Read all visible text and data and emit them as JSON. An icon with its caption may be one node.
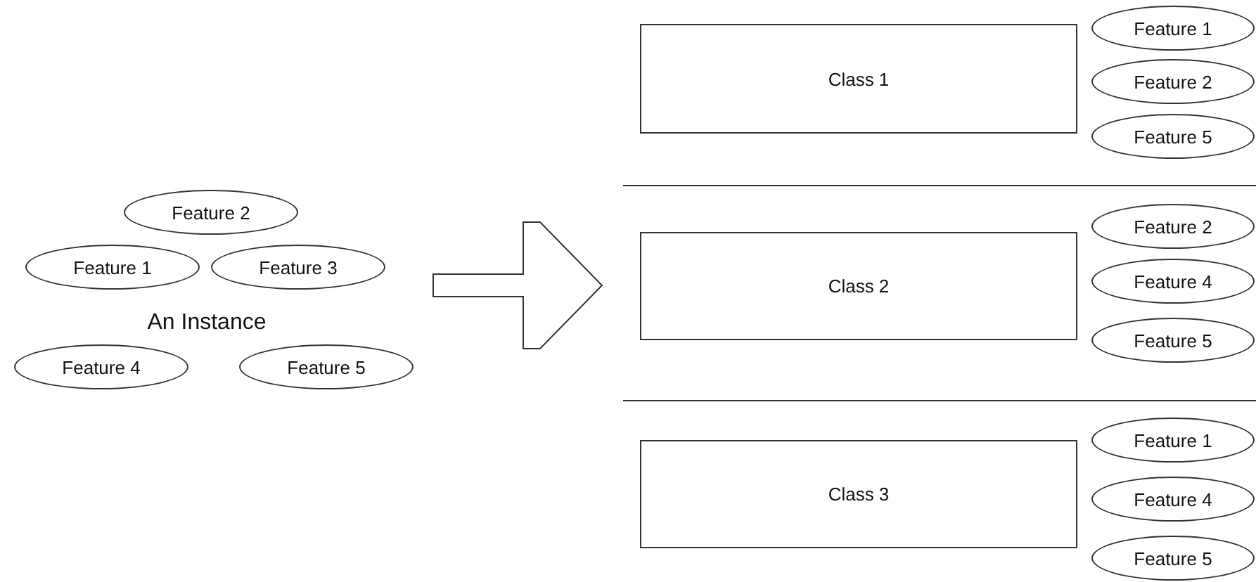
{
  "diagram": {
    "nodes": [
      {
        "text": [
          "Feature 2"
        ]
      },
      {
        "text": [
          "Feature 1"
        ]
      },
      {
        "text": [
          "Feature 3"
        ]
      },
      {
        "text": [
          "An Instance"
        ]
      },
      {
        "text": [
          "Feature 4"
        ]
      },
      {
        "text": [
          "Feature 5"
        ]
      },
      {
        "text": [
          "Class 1"
        ]
      },
      {
        "text": [
          "Feature 1"
        ]
      },
      {
        "text": [
          "Feature 2"
        ]
      },
      {
        "text": [
          "Feature 5"
        ]
      },
      {
        "text": [
          "Class 2"
        ]
      },
      {
        "text": [
          "Feature 2"
        ]
      },
      {
        "text": [
          "Feature 4"
        ]
      },
      {
        "text": [
          "Feature 5"
        ]
      },
      {
        "text": [
          "Class 3"
        ]
      },
      {
        "text": [
          "Feature 1"
        ]
      },
      {
        "text": [
          "Feature 4"
        ]
      },
      {
        "text": [
          "Feature 5"
        ]
      }
    ]
  }
}
